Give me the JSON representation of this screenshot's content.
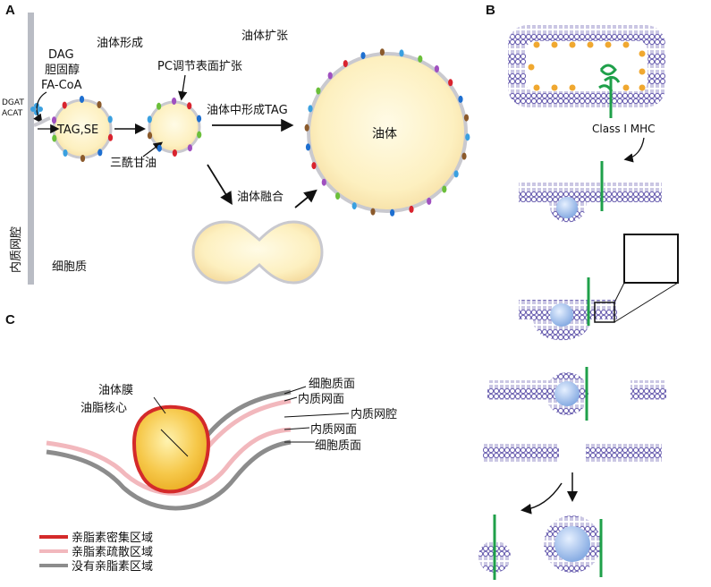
{
  "panels": {
    "a": "A",
    "b": "B",
    "c": "C"
  },
  "panel_a": {
    "stage_formation": "油体形成",
    "stage_expansion": "油体扩张",
    "lipid_dag": "DAG",
    "lipid_cholesterol": "胆固醇",
    "lipid_facoa": "FA-CoA",
    "enzyme_dgat": "DGAT",
    "enzyme_acat": "ACAT",
    "core_lipids": "TAG,SE",
    "pc_surface": "PC调节表面扩张",
    "triacylglycerol": "三酰甘油",
    "tag_formation": "油体中形成TAG",
    "fusion": "油体融合",
    "oil_body": "油体",
    "er_lumen": "内质网腔",
    "cytoplasm": "细胞质"
  },
  "panel_b": {
    "mhc_label": "Class I MHC"
  },
  "panel_c": {
    "membrane": "油体膜",
    "core": "油脂核心",
    "right_labels": [
      "细胞质面",
      "内质网面",
      "内质网腔",
      "内质网面",
      "细胞质面"
    ],
    "legend": [
      {
        "label": "亲脂素密集区域",
        "color": "#d42a2a"
      },
      {
        "label": "亲脂素疏散区域",
        "color": "#f2b8bd"
      },
      {
        "label": "没有亲脂素区域",
        "color": "#8c8c8c"
      }
    ]
  },
  "colors": {
    "oil_fill": "#fdf3c8",
    "oil_core": "#f3c542",
    "membrane": "#c8c8d0",
    "lipid_purple": "#6a5fb0",
    "lipid_orange": "#f0a830",
    "mhc_green": "#1fa04a",
    "droplet_blue": "#8fb4e8"
  }
}
